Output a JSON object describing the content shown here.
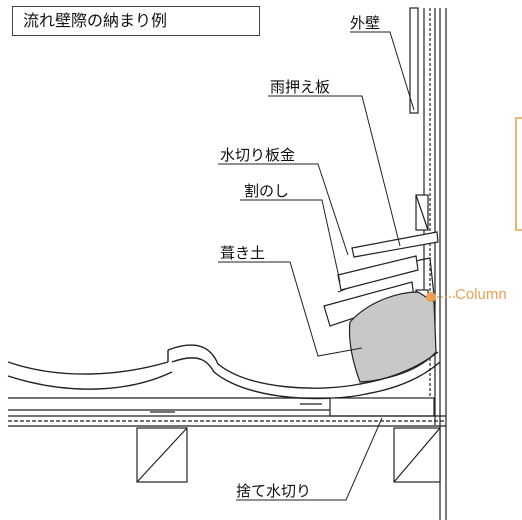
{
  "title": "流れ壁際の納まり例",
  "labels": {
    "outer_wall": "外壁",
    "flashing_board": "雨押え板",
    "water_cut_sheet": "水切り板金",
    "split_noshi": "割のし",
    "roofing_mud": "葺き土",
    "discard_flashing": "捨て水切り"
  },
  "annotation": {
    "column": "Column"
  },
  "colors": {
    "line": "#222222",
    "mud_fill": "#c8c8c8",
    "accent": "#e8a052"
  }
}
